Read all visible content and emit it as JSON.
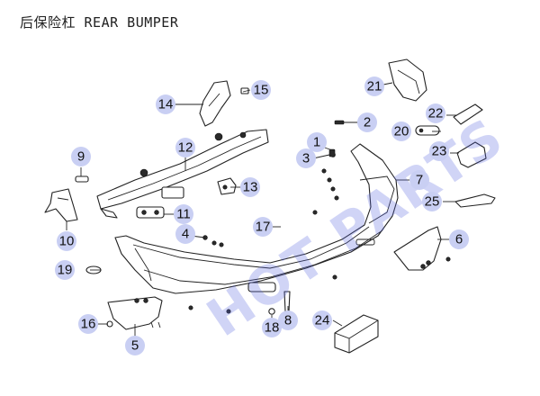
{
  "title": "后保险杠 REAR BUMPER",
  "watermark": "HOT PARTS",
  "callouts": [
    "1",
    "2",
    "3",
    "4",
    "5",
    "6",
    "7",
    "8",
    "9",
    "10",
    "11",
    "12",
    "13",
    "14",
    "15",
    "16",
    "17",
    "18",
    "19",
    "20",
    "21",
    "22",
    "23",
    "24",
    "25"
  ]
}
